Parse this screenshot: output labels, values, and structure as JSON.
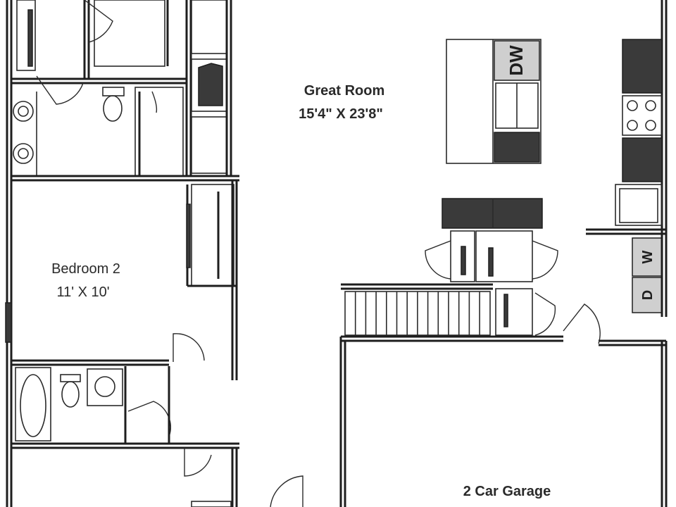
{
  "rooms": {
    "great_room": {
      "name": "Great Room",
      "size": "15'4\" X 23'8\""
    },
    "bedroom_2": {
      "name": "Bedroom 2",
      "size": "11' X 10'"
    },
    "garage": {
      "name": "2 Car Garage"
    }
  },
  "appliances": {
    "dishwasher": "DW",
    "washer": "W",
    "dryer": "D"
  }
}
